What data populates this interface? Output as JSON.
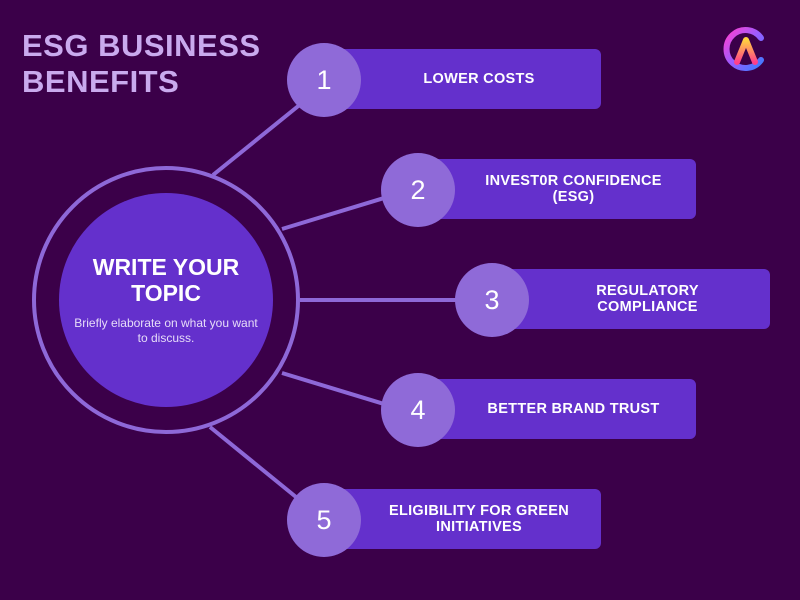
{
  "title": {
    "line1": "ESG BUSINESS",
    "line2": "BENEFITS"
  },
  "logo": {
    "icon": "ca-gradient-logo-icon"
  },
  "center": {
    "title_line1": "WRITE YOUR",
    "title_line2": "TOPIC",
    "description": "Briefly elaborate on what you want to discuss."
  },
  "items": [
    {
      "number": "1",
      "label": "LOWER COSTS"
    },
    {
      "number": "2",
      "label": "INVEST0R CONFIDENCE (ESG)"
    },
    {
      "number": "3",
      "label": "REGULATORY COMPLIANCE"
    },
    {
      "number": "4",
      "label": "BETTER BRAND TRUST"
    },
    {
      "number": "5",
      "label": "ELIGIBILITY FOR GREEN INITIATIVES"
    }
  ],
  "colors": {
    "background": "#3b0049",
    "title": "#c9aaee",
    "primary": "#6430cc",
    "accent": "#8f6ad8",
    "text": "#ffffff"
  }
}
